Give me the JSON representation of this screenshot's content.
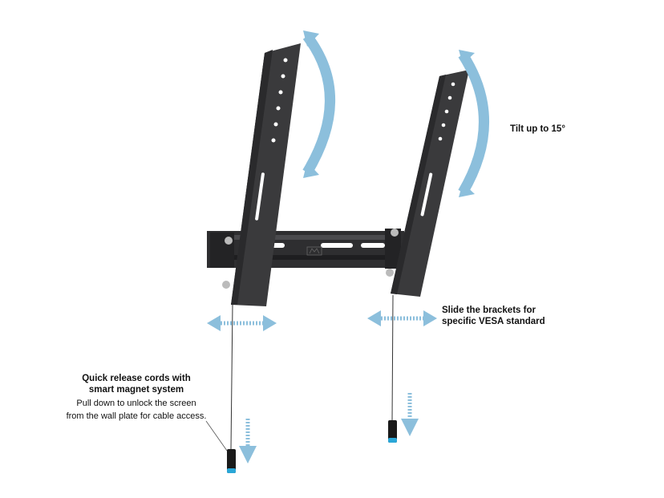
{
  "annotations": {
    "tilt": "Tilt up to 15°",
    "slide_line1": "Slide the brackets for",
    "slide_line2": "specific VESA  standard",
    "cords_title_line1": "Quick release cords with",
    "cords_title_line2": "smart magnet system",
    "cords_desc_line1": "Pull down to unlock the screen",
    "cords_desc_line2": "from the wall plate for cable access."
  },
  "logo_text": "M",
  "colors": {
    "arrow": "#8cbfdc",
    "metal": "#3a3a3c",
    "accent_tip": "#2aa7d8"
  }
}
